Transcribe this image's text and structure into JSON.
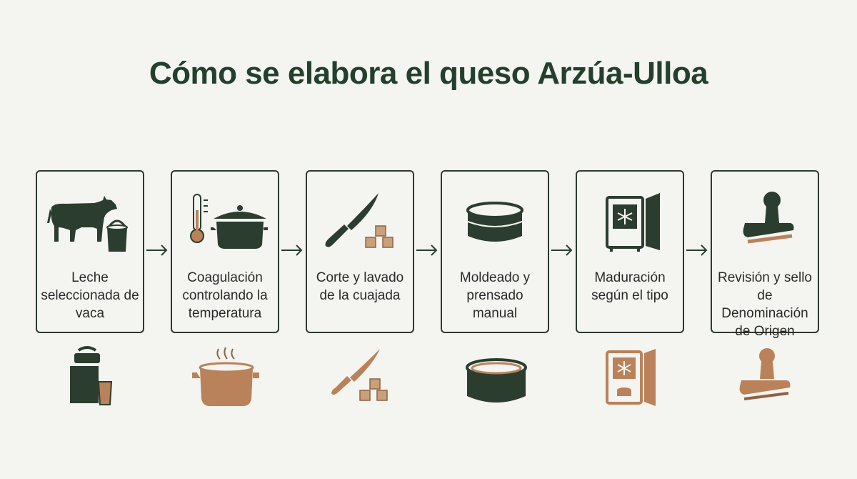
{
  "title": "Cómo se elabora el queso Arzúa-Ulloa",
  "colors": {
    "dark_green": "#2b3d2e",
    "copper": "#b9825a",
    "background": "#f4f4f1"
  },
  "steps": [
    {
      "label": "Leche seleccionada de vaca",
      "icon": "cow-and-milk-pail-icon",
      "bottom_icon": "milk-can-and-glass-icon"
    },
    {
      "label": "Coagulación controlando la temperatura",
      "icon": "thermometer-and-pot-icon",
      "bottom_icon": "steaming-pot-icon"
    },
    {
      "label": "Corte y lavado de la cuajada",
      "icon": "knife-and-curd-cubes-icon",
      "bottom_icon": "knife-and-curd-cubes-icon"
    },
    {
      "label": "Moldeado y prensado manual",
      "icon": "cheese-mold-icon",
      "bottom_icon": "cheese-mold-icon"
    },
    {
      "label": "Maduración según el tipo",
      "icon": "aging-cabinet-icon",
      "bottom_icon": "aging-cabinet-icon"
    },
    {
      "label": "Revisión y sello de Denominación de Origen",
      "icon": "stamp-icon",
      "bottom_icon": "stamp-icon"
    }
  ]
}
